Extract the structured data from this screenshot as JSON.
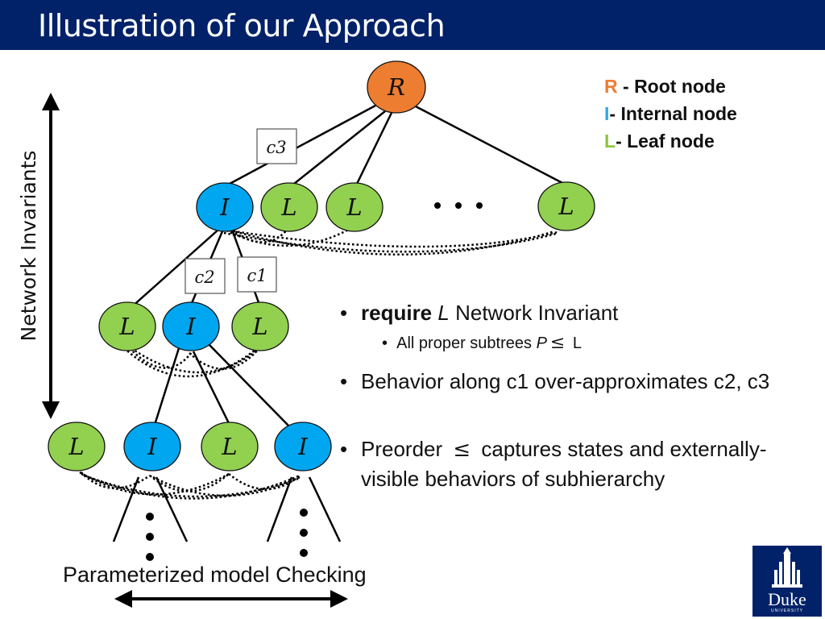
{
  "slide": {
    "title": "Illustration of our Approach"
  },
  "legend": {
    "items": [
      {
        "key": "R",
        "desc": " - Root node",
        "color": "#ED7D31"
      },
      {
        "key": "I",
        "desc": "- Internal node",
        "color": "#2FA7E6"
      },
      {
        "key": "L",
        "desc": "- Leaf node",
        "color": "#8DC63F"
      }
    ]
  },
  "diagram": {
    "axis_label": "Network Invariants",
    "bottom_label": "Parameterized model Checking",
    "colors": {
      "root": "#ED7D31",
      "internal": "#00A6EF",
      "leaf": "#92D050"
    },
    "nodes": [
      {
        "id": "root",
        "label": "R",
        "kind": "root"
      },
      {
        "id": "n1_i",
        "label": "I",
        "kind": "internal"
      },
      {
        "id": "n1_l1",
        "label": "L",
        "kind": "leaf"
      },
      {
        "id": "n1_l2",
        "label": "L",
        "kind": "leaf"
      },
      {
        "id": "n1_l3",
        "label": "L",
        "kind": "leaf"
      },
      {
        "id": "n2_l1",
        "label": "L",
        "kind": "leaf"
      },
      {
        "id": "n2_i",
        "label": "I",
        "kind": "internal"
      },
      {
        "id": "n2_l2",
        "label": "L",
        "kind": "leaf"
      },
      {
        "id": "n3_l1",
        "label": "L",
        "kind": "leaf"
      },
      {
        "id": "n3_i1",
        "label": "I",
        "kind": "internal"
      },
      {
        "id": "n3_l2",
        "label": "L",
        "kind": "leaf"
      },
      {
        "id": "n3_i2",
        "label": "I",
        "kind": "internal"
      }
    ],
    "edge_labels": {
      "c3": "c3",
      "c2": "c2",
      "c1": "c1"
    }
  },
  "bullets": {
    "b1_bold": "require",
    "b1_var": "L",
    "b1_rest": "Network Invariant",
    "b2_text": "All proper subtrees",
    "b2_var": "P",
    "b2_leq": "≤",
    "b2_end": "L",
    "b3_text": "Behavior along c1 over-approximates c2, c3",
    "b4_pre": "Preorder",
    "b4_leq": "≤",
    "b4_post": "captures states and externally-visible behaviors of subhierarchy"
  },
  "logo": {
    "name": "Duke",
    "sub": "UNIVERSITY"
  }
}
